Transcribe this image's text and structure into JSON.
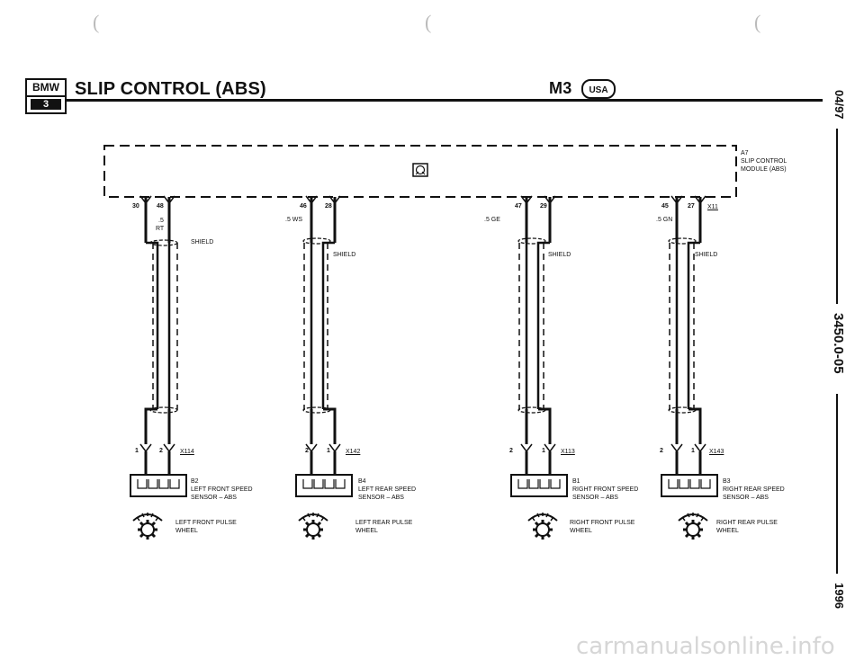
{
  "header": {
    "brand_top": "BMW",
    "brand_bottom": "3",
    "title": "SLIP CONTROL (ABS)",
    "model": "M3",
    "region_badge": "USA"
  },
  "side_margin": {
    "date": "04/97",
    "page_code": "3450.0-05",
    "year": "1996"
  },
  "module": {
    "id": "A7",
    "name": "SLIP CONTROL MODULE (ABS)",
    "icon": "abs-module-icon"
  },
  "circuits": [
    {
      "module_pins": [
        "30",
        "48"
      ],
      "wire_size": ".5",
      "wire_color": "RT",
      "shield_label": "SHIELD",
      "connector_pins": [
        "1",
        "2"
      ],
      "connector_id": "X114",
      "sensor_id": "B2",
      "sensor_name": "LEFT FRONT SPEED SENSOR – ABS",
      "wheel_name": "LEFT FRONT PULSE WHEEL"
    },
    {
      "module_pins": [
        "46",
        "28"
      ],
      "wire_size": ".5 WS",
      "wire_color": "",
      "shield_label": "SHIELD",
      "connector_pins": [
        "2",
        "1"
      ],
      "connector_id": "X142",
      "sensor_id": "B4",
      "sensor_name": "LEFT REAR SPEED SENSOR – ABS",
      "wheel_name": "LEFT REAR PULSE WHEEL"
    },
    {
      "module_pins": [
        "47",
        "29"
      ],
      "wire_size": ".5 GE",
      "wire_color": "",
      "shield_label": "SHIELD",
      "connector_pins": [
        "2",
        "1"
      ],
      "connector_id": "X113",
      "sensor_id": "B1",
      "sensor_name": "RIGHT FRONT SPEED SENSOR – ABS",
      "wheel_name": "RIGHT FRONT PULSE WHEEL"
    },
    {
      "module_pins": [
        "45",
        "27"
      ],
      "wire_size": ".5 GN",
      "wire_color": "",
      "module_connector": "X11",
      "shield_label": "SHIELD",
      "connector_pins": [
        "2",
        "1"
      ],
      "connector_id": "X143",
      "sensor_id": "B3",
      "sensor_name": "RIGHT REAR SPEED SENSOR – ABS",
      "wheel_name": "RIGHT REAR PULSE WHEEL"
    }
  ],
  "watermark": "carmanualsonline.info"
}
